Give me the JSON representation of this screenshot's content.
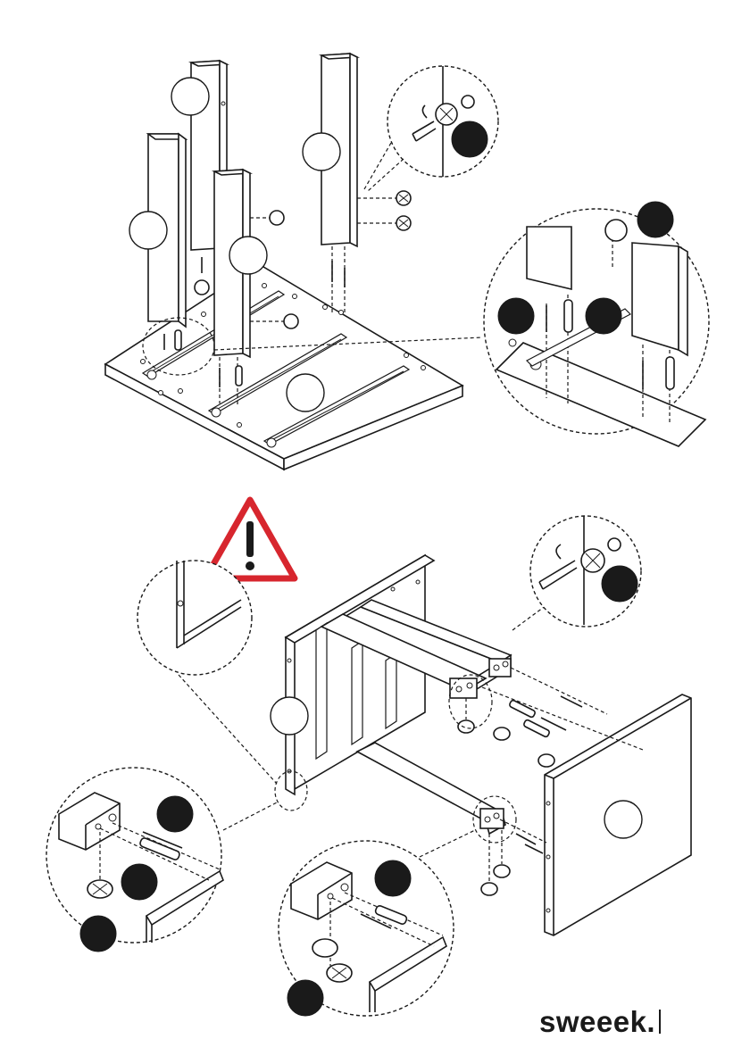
{
  "brand": {
    "name": "sweeek."
  },
  "warning": {
    "icon": "warning-triangle-icon",
    "color": "#d7262e",
    "symbol": "!"
  },
  "colors": {
    "line": "#1a1a1a",
    "background": "#ffffff",
    "accent": "#d7262e"
  },
  "steps": [
    {
      "id": "leg-assembly",
      "parts": [
        "panel",
        "cam-lock",
        "cam-bolt",
        "wooden-dowel",
        "drawer-slide"
      ]
    },
    {
      "id": "frame-assembly",
      "parts": [
        "side-panel",
        "cross-rail",
        "cam-lock",
        "cam-bolt",
        "wooden-dowel"
      ]
    }
  ]
}
